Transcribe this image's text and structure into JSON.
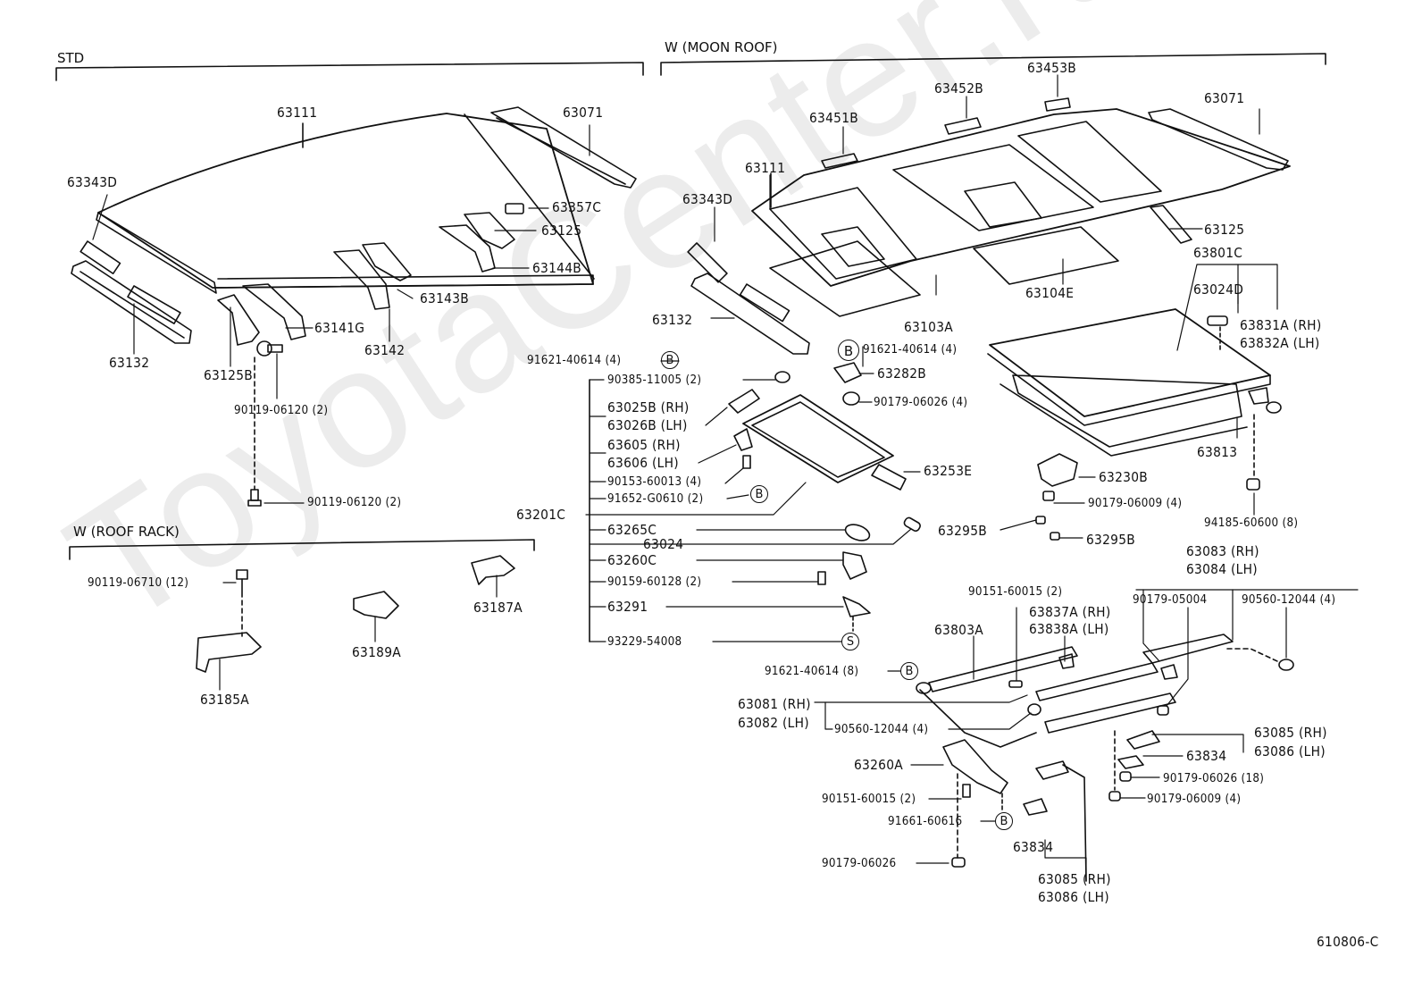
{
  "diagram_id": "610806-C",
  "watermark": "ToyotaCenter.ru",
  "sections": {
    "std": "STD",
    "moon_roof": "W (MOON  ROOF)",
    "roof_rack": "W (ROOF RACK)"
  },
  "std_labels": {
    "roof_panel": "63111",
    "rear_header": "63071",
    "front_bracket": "63343D",
    "pad": "63357C",
    "bow_rear": "63125",
    "bow_144b": "63144B",
    "bow_143b": "63143B",
    "bow_141g": "63141G",
    "bow_142": "63142",
    "front_header": "63132",
    "bow_125b": "63125B",
    "bolt_upper": "90119-06120 (2)",
    "bolt_lower": "90119-06120 (2)"
  },
  "roof_rack_labels": {
    "bolt": "90119-06710 (12)",
    "bracket_185a": "63185A",
    "bracket_189a": "63189A",
    "bracket_187a": "63187A"
  },
  "moon_roof_labels": {
    "bracket_453b": "63453B",
    "bracket_452b": "63452B",
    "bracket_451b": "63451B",
    "roof_panel": "63111",
    "rear_header": "63071",
    "front_bracket": "63343D",
    "bow_rear": "63125",
    "reinforcement": "63104E",
    "frame_103a": "63103A",
    "front_header": "63132",
    "screw_left": "91621-40614 (4)",
    "screw_right": "91621-40614 (4)",
    "bracket_282b": "63282B",
    "nut_282b": "90179-06026 (4)",
    "housing_801c": "63801C",
    "stopper_024d": "63024D",
    "guide_rh": "63831A (RH)",
    "guide_lh": "63832A (LH)",
    "glass_813": "63813",
    "clip_600": "94185-60600 (8)",
    "drain_230b": "63230B",
    "nut_009": "90179-06009 (4)",
    "plug_a": "63295B",
    "plug_b": "63295B",
    "glass_assy": "63201C",
    "glass_list": [
      "90385-11005 (2)",
      "63025B (RH)",
      "63026B (LH)",
      "63605 (RH)",
      "63606 (LH)",
      "90153-60013 (4)",
      "91652-G0610 (2)",
      "63265C",
      "63024",
      "63260C",
      "90159-60128 (2)",
      "63291",
      "93229-54008"
    ],
    "weatherstrip": "63253E",
    "rail_rh": "63083 (RH)",
    "rail_lh": "63084 (LH)",
    "screw_015": "90151-60015 (2)",
    "nut_004": "90179-05004",
    "clamp_044": "90560-12044 (4)",
    "bracket_837a": "63837A (RH)",
    "bracket_838a": "63838A (LH)",
    "drive_803a": "63803A",
    "screw_8": "91621-40614 (8)",
    "cable_rh": "63081 (RH)",
    "cable_lh": "63082 (LH)",
    "clamp_044b": "90560-12044 (4)",
    "motor": "63260A",
    "screw_015b": "90151-60015 (2)",
    "screw_616": "91661-60616",
    "nut_026": "90179-06026",
    "bracket_085_rh": "63085 (RH)",
    "bracket_086_lh": "63086 (LH)",
    "plate_834": "63834",
    "nut_026_18": "90179-06026 (18)",
    "nut_009b": "90179-06009 (4)",
    "plate_834b": "63834",
    "bracket_085b_rh": "63085 (RH)",
    "bracket_086b_lh": "63086 (LH)"
  },
  "symbols": {
    "b": "B",
    "s": "S"
  }
}
